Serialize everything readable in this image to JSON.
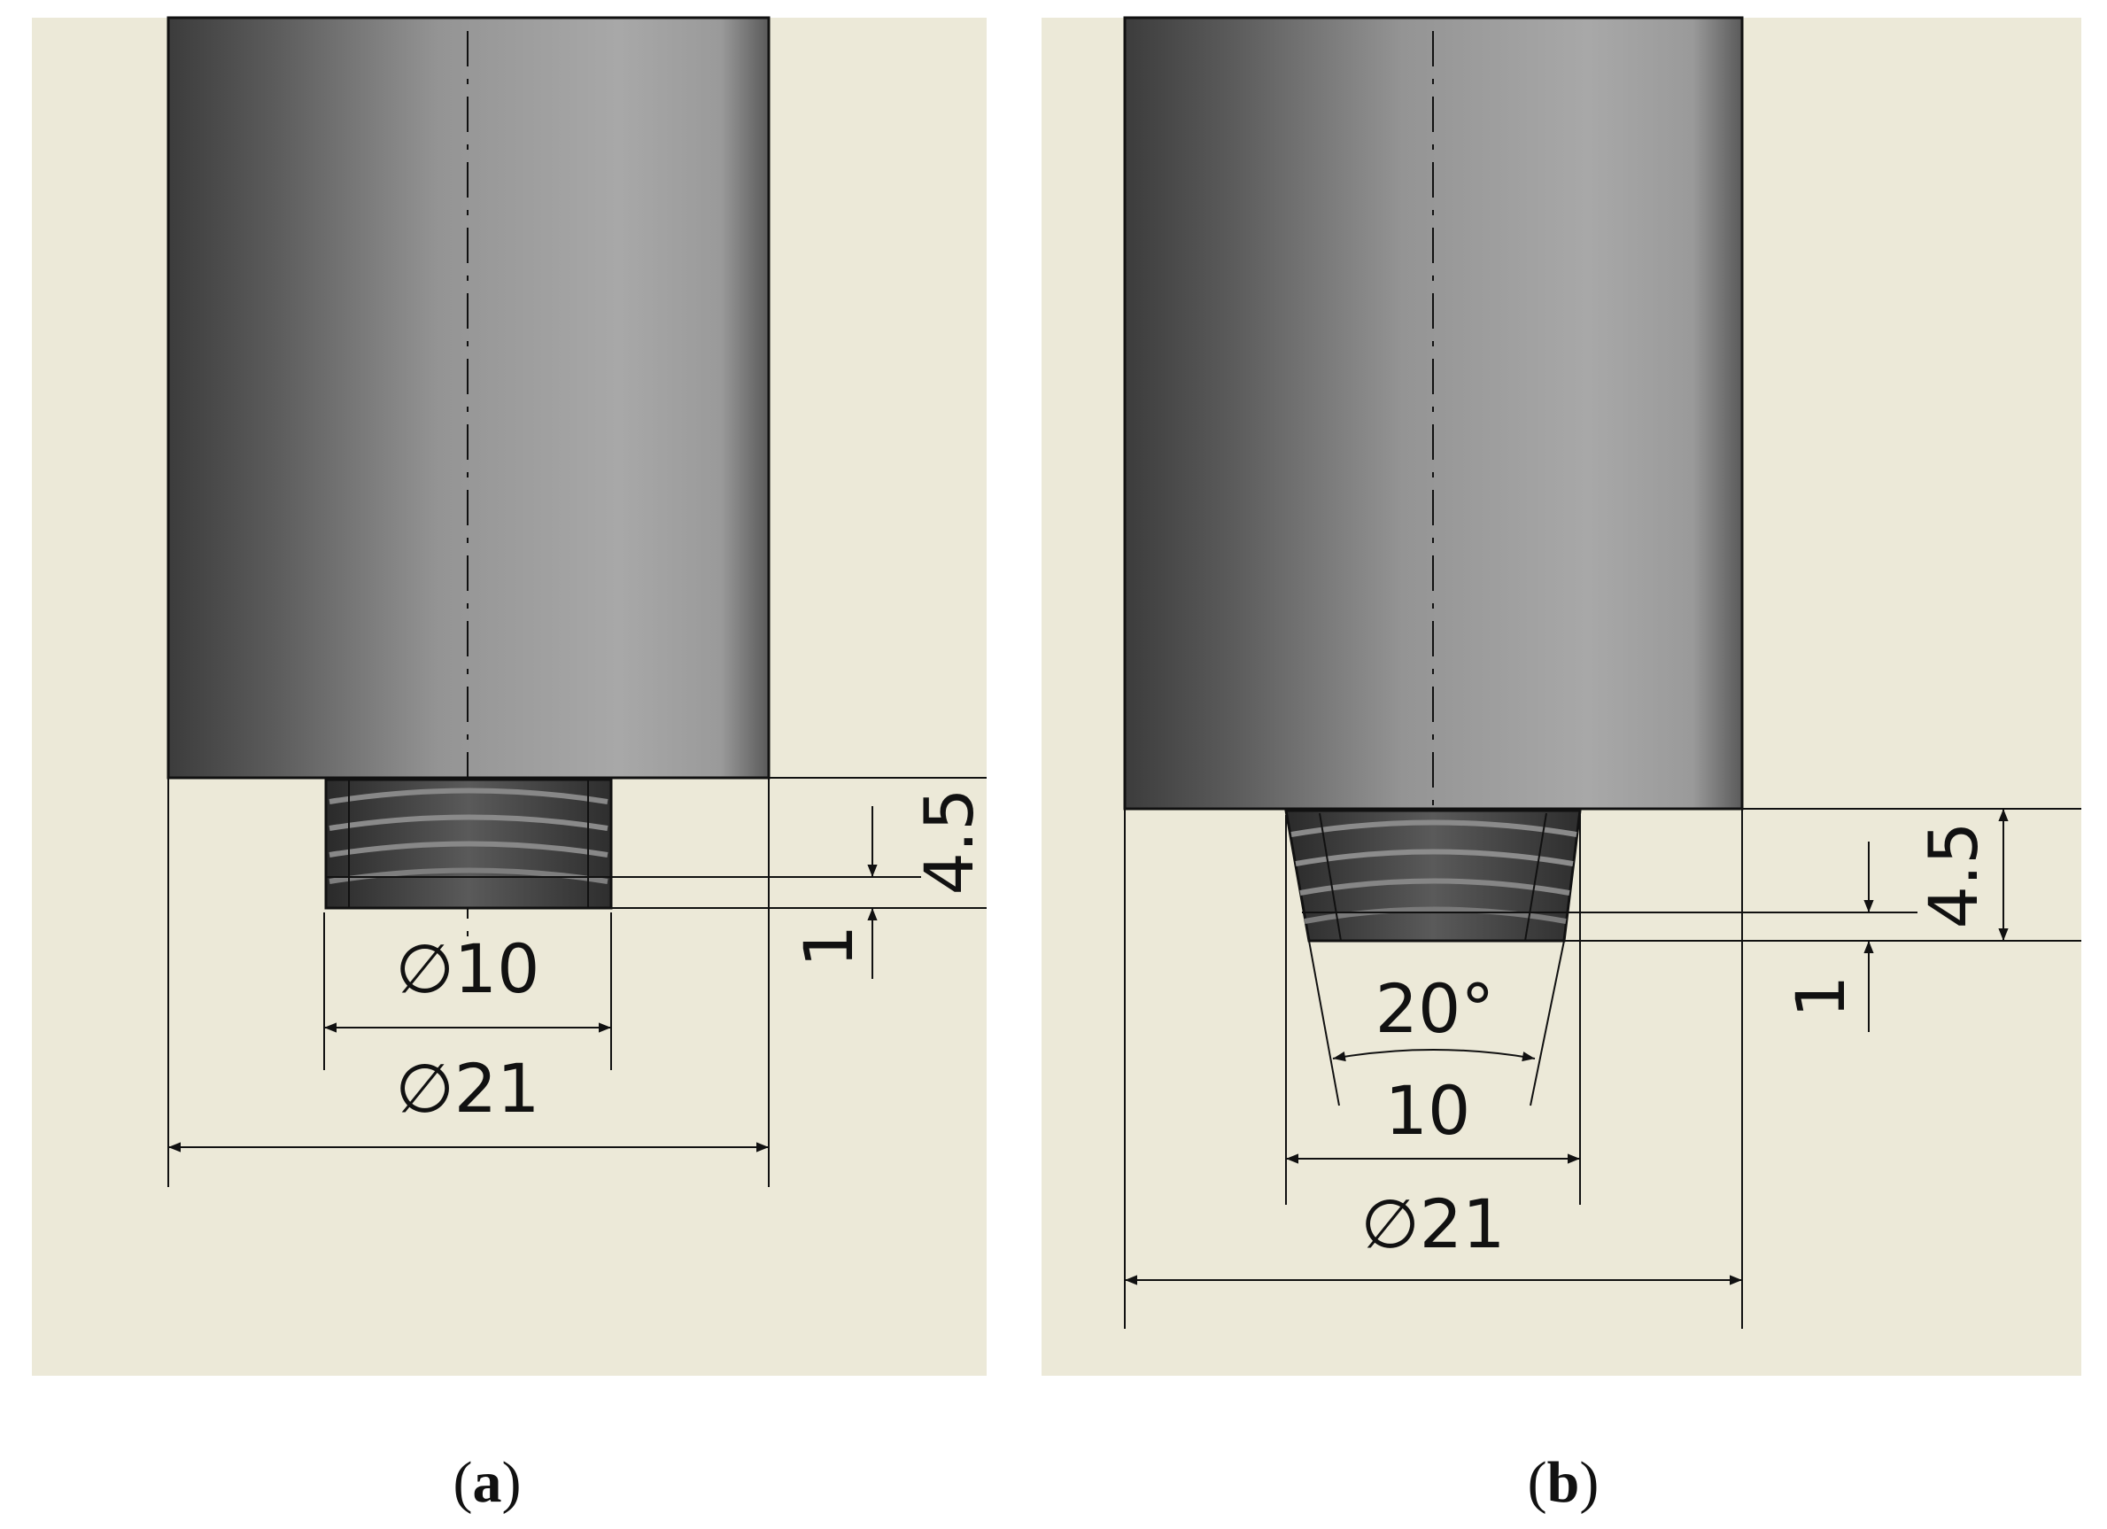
{
  "panel_a": {
    "dim_thread_diameter": "∅10",
    "dim_shaft_diameter": "∅21",
    "dim_thread_length": "4.5",
    "dim_thread_gap": "1"
  },
  "panel_b": {
    "dim_cone_angle": "20°",
    "dim_tip_width": "10",
    "dim_shaft_diameter": "∅21",
    "dim_thread_length": "4.5",
    "dim_thread_gap": "1"
  },
  "captions": {
    "a_open": "(",
    "a_letter": "a",
    "a_close": ")",
    "b_open": "(",
    "b_letter": "b",
    "b_close": ")"
  },
  "colors": {
    "background": "#ece9d8",
    "line": "#111111"
  }
}
